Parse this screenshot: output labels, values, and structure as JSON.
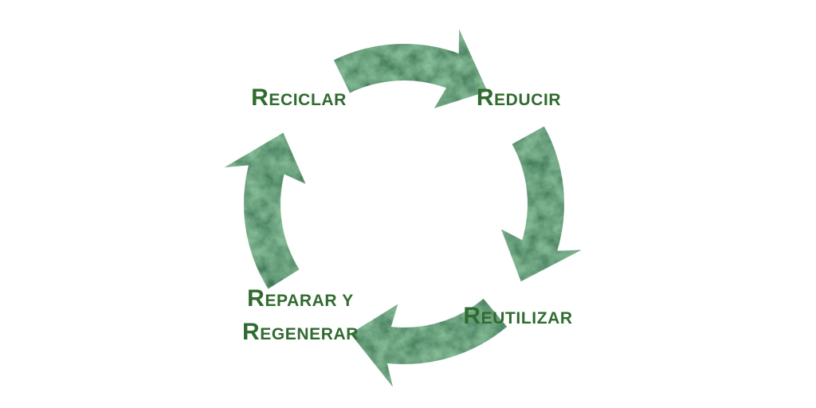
{
  "diagram": {
    "type": "cycle",
    "direction": "clockwise",
    "labels": {
      "reciclar": "RECICLAR",
      "reducir": "REDUCIR",
      "reutilizar": "REUTILIZAR",
      "reparar_line1": "REPARAR Y",
      "reparar_line2": "REGENERAR"
    },
    "colors": {
      "background": "#FFFFFF",
      "label_text": "#306B2F",
      "arrow_green_dark": "#113C1E",
      "arrow_green_mid": "#245B33",
      "arrow_green_light": "#438B56"
    }
  }
}
